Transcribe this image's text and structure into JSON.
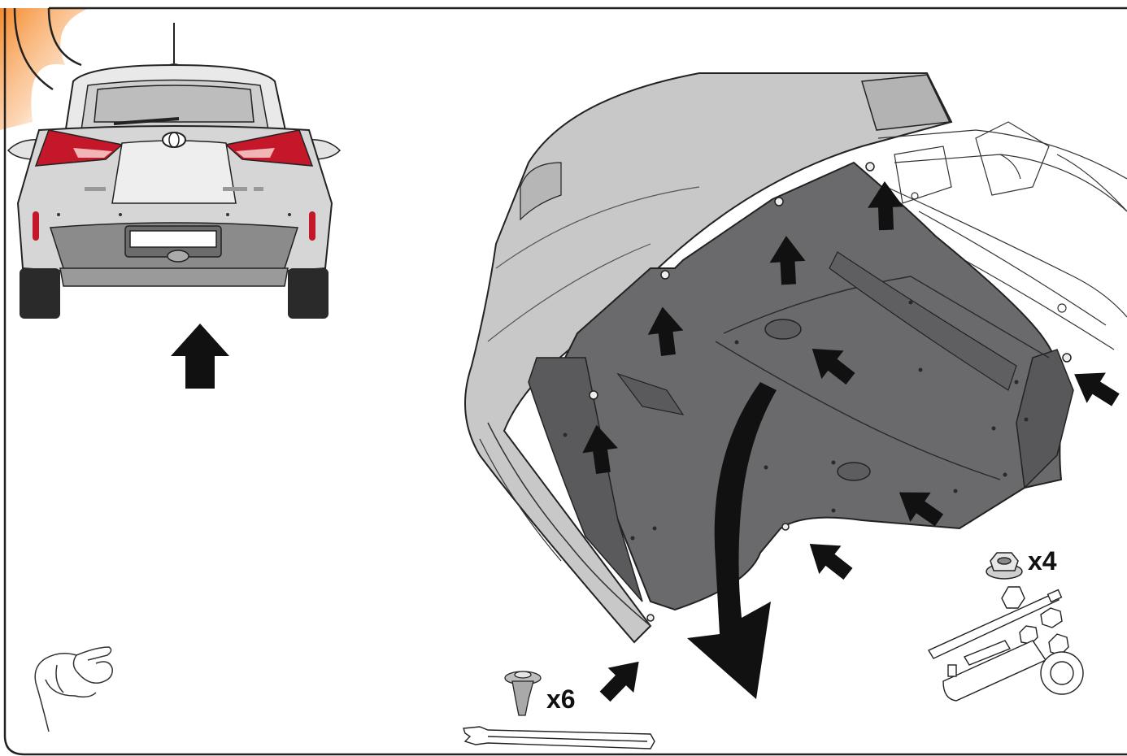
{
  "clip_quantity": "x6",
  "nut_quantity": "x4",
  "colors": {
    "panel_dark": "#6a6a6c",
    "bumper_grey": "#c8c8c8",
    "car_grey": "#d9d9d9",
    "taillight_red": "#c4182a",
    "arrow_black": "#111111",
    "corner_accent": "#f7a25a"
  },
  "icons": [
    "car-rear-view",
    "up-arrow-icon",
    "hand-icon",
    "plastic-clip-icon",
    "trim-tool-icon",
    "flange-nut-icon",
    "socket-wrench-set-icon",
    "remove-direction-arrow-icon",
    "fastener-location-arrow-icon"
  ]
}
